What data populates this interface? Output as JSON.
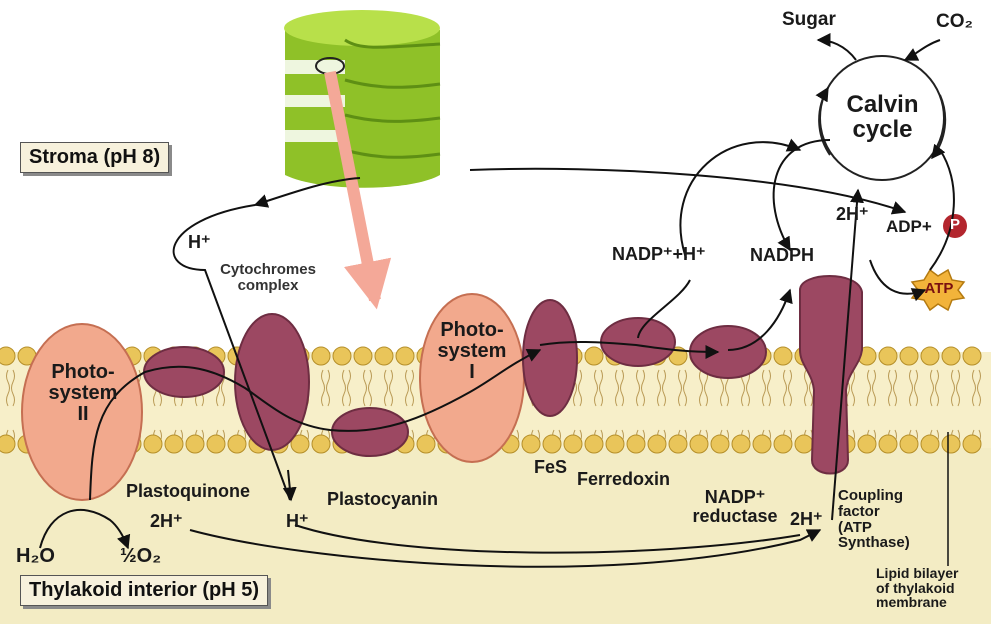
{
  "labels": {
    "stroma": "Stroma (pH 8)",
    "thylakoid_interior": "Thylakoid interior (pH 5)",
    "sugar": "Sugar",
    "co2": "CO₂",
    "calvin_cycle": "Calvin\ncycle",
    "photosystem_ii": "Photo-\nsystem\nII",
    "photosystem_i": "Photo-\nsystem\nI",
    "cytochromes_complex": "Cytochromes\ncomplex",
    "plastoquinone": "Plastoquinone",
    "plastocyanin": "Plastocyanin",
    "fes": "FeS",
    "ferredoxin": "Ferredoxin",
    "nadp_reductase": "NADP⁺\nreductase",
    "coupling_factor": "Coupling\nfactor\n(ATP\nSynthase)",
    "lipid_bilayer": "Lipid bilayer\nof thylakoid\nmembrane",
    "h_plus_stroma": "H⁺",
    "h_plus_interior": "H⁺",
    "two_h_plus_interior_left": "2H⁺",
    "two_h_plus_interior_right": "2H⁺",
    "two_h_plus_stroma": "2H⁺",
    "h2o": "H₂O",
    "half_o2": "½O₂",
    "nadp_plus_h": "NADP⁺+H⁺",
    "nadph": "NADPH",
    "adp": "ADP+",
    "phosphate": "P",
    "atp": "ATP"
  },
  "colors": {
    "membrane_protein": "#9c4862",
    "photosystem": "#f2a98d",
    "lipid_head": "#e9c55a",
    "interior": "#f3ecc4",
    "chloroplast_green": "#9fcb2c",
    "transport_arrow": "#f4a898",
    "phosphate_red": "#b3262e",
    "atp_gold": "#f2b33a"
  }
}
